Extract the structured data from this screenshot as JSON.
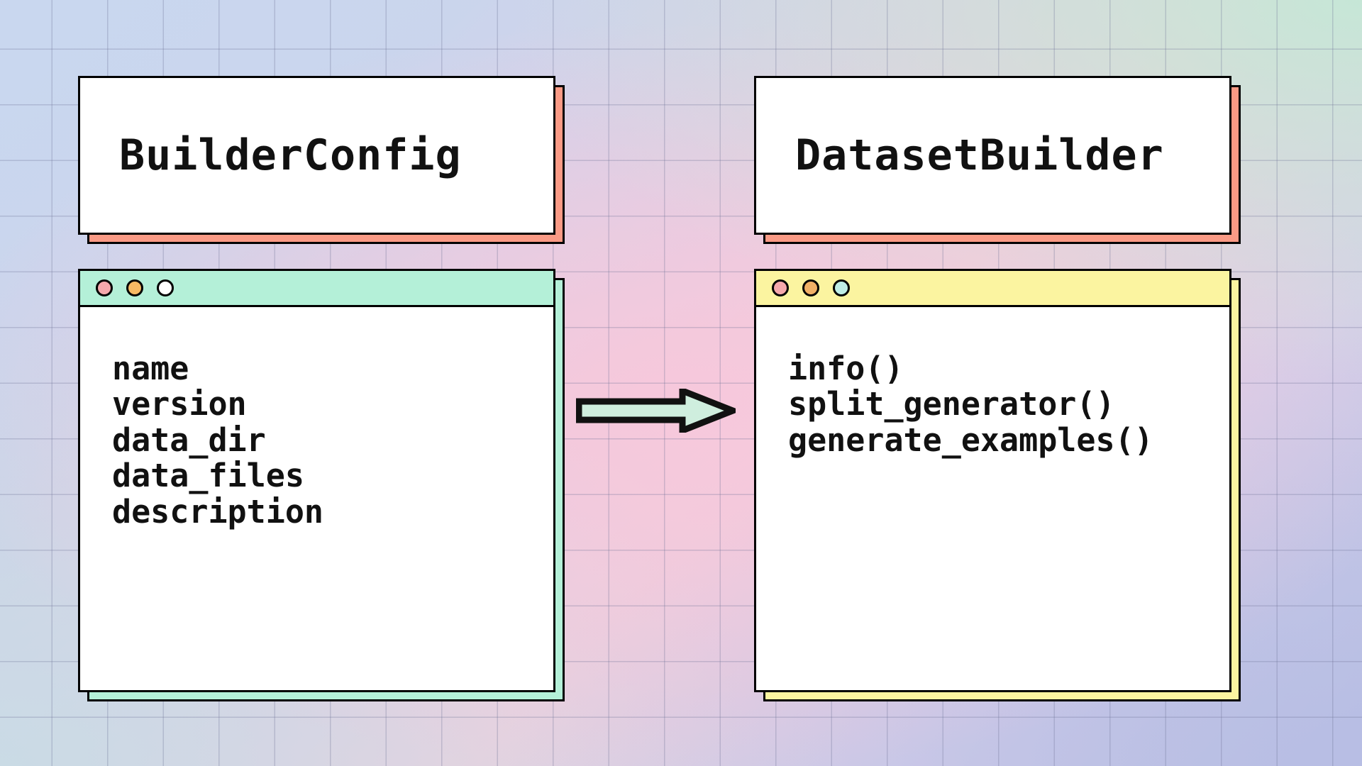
{
  "diagram": {
    "title": "BuilderConfig to DatasetBuilder",
    "background": {
      "grid": "on",
      "colors": [
        "#c9d7ef",
        "#c4e8d6",
        "#f7c8db",
        "#b7bde4"
      ]
    },
    "arrow": {
      "name": "flow-arrow-right",
      "direction": "right",
      "fill": "#cfeede",
      "stroke": "#111111"
    }
  },
  "left": {
    "title": "BuilderConfig",
    "title_shadow_color": "#fa9a85",
    "accent_color": "#b4f0d8",
    "dots": [
      {
        "name": "dot-red",
        "color": "#f5a8ac"
      },
      {
        "name": "dot-yellow",
        "color": "#f7b963"
      },
      {
        "name": "dot-green",
        "color": "#ffffff"
      }
    ],
    "items": [
      "name",
      "version",
      "data_dir",
      "data_files",
      "description"
    ]
  },
  "right": {
    "title": "DatasetBuilder",
    "title_shadow_color": "#fa9a85",
    "accent_color": "#fbf4a0",
    "dots": [
      {
        "name": "dot-red",
        "color": "#f5a8ac"
      },
      {
        "name": "dot-yellow",
        "color": "#f0b066"
      },
      {
        "name": "dot-green",
        "color": "#bfeee6"
      }
    ],
    "items": [
      "info()",
      "split_generator()",
      "generate_examples()"
    ]
  }
}
